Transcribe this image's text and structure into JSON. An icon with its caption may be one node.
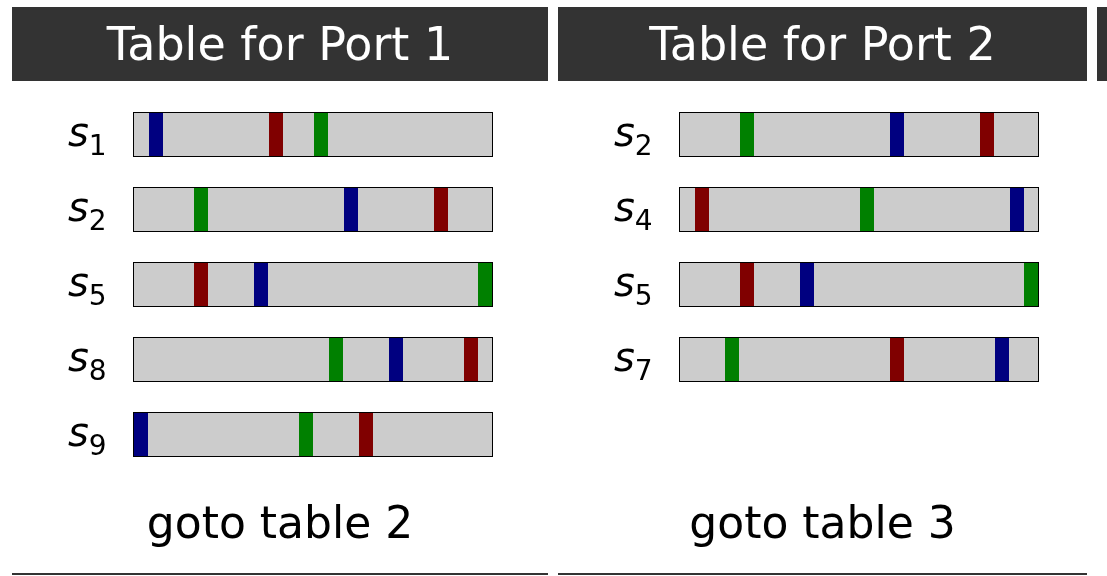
{
  "diagram": {
    "nodes": [
      {
        "text": [
          "Table for Port 1",
          "goto table 2"
        ]
      },
      {
        "text": [],
        "shape": "bar",
        "in": 0,
        "beside": [
          "*s*$_{1}$"
        ]
      },
      {
        "text": [],
        "shape": "bar",
        "in": 0,
        "beside": [
          "*s*$_{2}$"
        ]
      },
      {
        "text": [],
        "shape": "bar",
        "in": 0,
        "beside": [
          "*s*$_{5}$"
        ]
      },
      {
        "text": [],
        "shape": "bar",
        "in": 0,
        "beside": [
          "*s*$_{8}$"
        ]
      },
      {
        "text": [],
        "shape": "bar",
        "in": 0,
        "beside": [
          "*s*$_{9}$"
        ]
      },
      {
        "text": [
          "Table for Port 2",
          "goto table 3"
        ]
      },
      {
        "text": [],
        "shape": "bar",
        "in": 6,
        "beside": [
          "*s*$_{2}$"
        ]
      },
      {
        "text": [],
        "shape": "bar",
        "in": 6,
        "beside": [
          "*s*$_{4}$"
        ]
      },
      {
        "text": [],
        "shape": "bar",
        "in": 6,
        "beside": [
          "*s*$_{5}$"
        ]
      },
      {
        "text": [],
        "shape": "bar",
        "in": 6,
        "beside": [
          "*s*$_{7}$"
        ]
      }
    ]
  }
}
